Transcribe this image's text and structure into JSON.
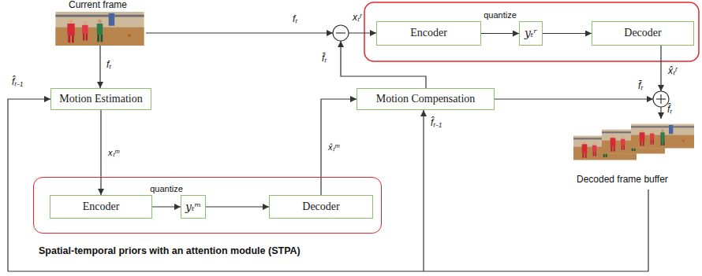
{
  "diagram": {
    "nodes": [
      {
        "text": [
          "Encoder"
        ]
      },
      {
        "text": [
          "yₜʳ"
        ]
      },
      {
        "text": [
          "Decoder"
        ]
      },
      {
        "text": [
          "Motion Estimation"
        ]
      },
      {
        "text": [
          "Motion Compensation"
        ]
      },
      {
        "text": [
          "Spatial-temporal priors with an attention module (STPA)"
        ]
      },
      {
        "text": [
          "Encoder"
        ],
        "in": 5
      },
      {
        "text": [
          "yₜᵐ"
        ],
        "in": 5
      },
      {
        "text": [
          "Decoder"
        ],
        "in": 5
      }
    ],
    "edges": [
      {
        "from": 0,
        "to": 1,
        "label": "quantize",
        "arrow": "to"
      },
      {
        "from": 1,
        "to": 2,
        "arrow": "to"
      },
      {
        "from": 3,
        "to": 6,
        "label": "xₜᵐ",
        "arrow": "to"
      },
      {
        "from": 6,
        "to": 7,
        "label": "quantize",
        "arrow": "to"
      },
      {
        "from": 7,
        "to": 8,
        "arrow": "to"
      },
      {
        "from": 8,
        "to": 4,
        "label": "x̂ₜᵐ",
        "arrow": "to"
      }
    ],
    "labels": [
      "Current frame",
      "fₜ",
      "xₜʳ",
      "fₜ",
      "f̂ₜ₋₁",
      "f̄ₜ",
      "x̂ₜʳ",
      "f̄ₜ",
      "f̂ₜ",
      "f̂ₜ₋₁",
      "Decoded frame buffer"
    ]
  }
}
